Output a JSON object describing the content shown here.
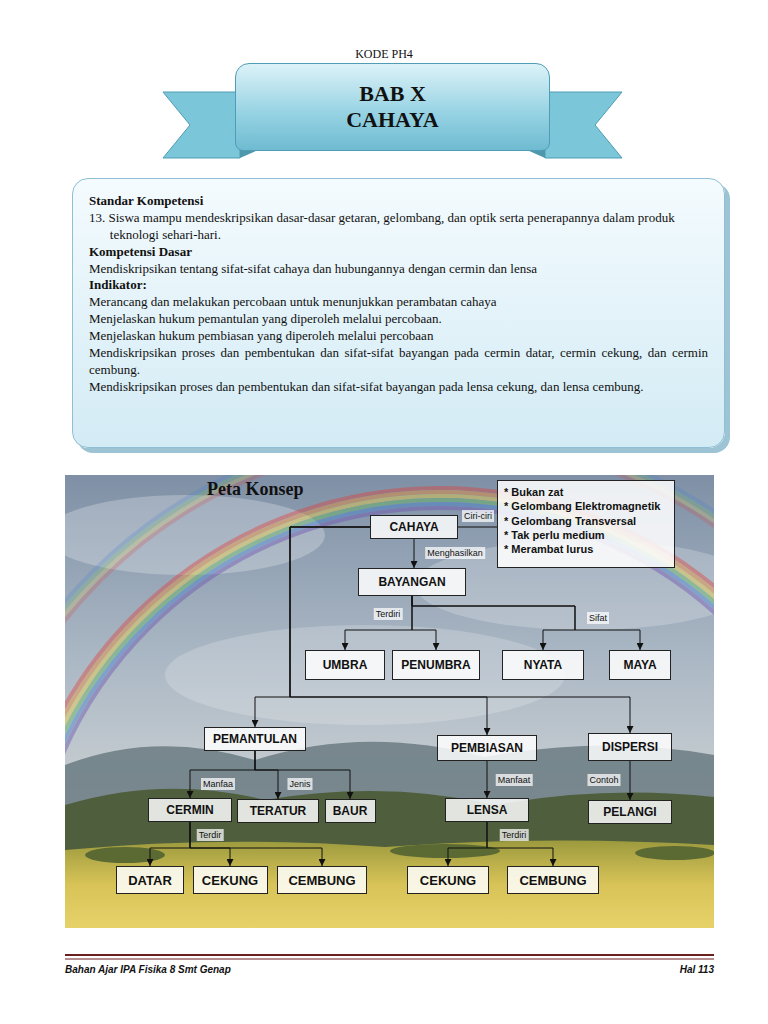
{
  "diagram": {
    "title": "Peta Konsep",
    "nodes": [
      {
        "text": [
          "BAB X",
          "CAHAYA"
        ]
      },
      {
        "text": [
          "Standar Kompetensi",
          "13. Siswa mampu mendeskripsikan dasar-dasar getaran, gelombang, dan optik serta penerapannya dalam produk teknologi sehari-hari.",
          "Kompetensi Dasar",
          "Mendiskripsikan tentang sifat-sifat cahaya dan hubungannya dengan cermin dan lensa",
          "Indikator:",
          "Merancang dan melakukan percobaan untuk menunjukkan perambatan cahaya",
          "Menjelaskan hukum pemantulan yang diperoleh melalui percobaan.",
          "Menjelaskan hukum pembiasan yang diperoleh melalui percobaan",
          "Mendiskripsikan proses dan pembentukan dan sifat-sifat bayangan pada cermin datar, cermin cekung, dan cermin cembung.",
          "Mendiskripsikan proses dan pembentukan dan sifat-sifat bayangan pada lensa cekung, dan lensa cembung."
        ]
      },
      {
        "text": [
          "CAHAYA"
        ]
      },
      {
        "text": [
          "* Bukan zat",
          "* Gelombang Elektromagnetik",
          "* Gelombang Transversal",
          "* Tak perlu medium",
          "* Merambat lurus"
        ]
      },
      {
        "text": [
          "BAYANGAN"
        ]
      },
      {
        "text": [
          "UMBRA"
        ]
      },
      {
        "text": [
          "PENUMBRA"
        ]
      },
      {
        "text": [
          "NYATA"
        ]
      },
      {
        "text": [
          "MAYA"
        ]
      },
      {
        "text": [
          "PEMANTULAN"
        ]
      },
      {
        "text": [
          "PEMBIASAN"
        ]
      },
      {
        "text": [
          "DISPERSI"
        ]
      },
      {
        "text": [
          "CERMIN"
        ]
      },
      {
        "text": [
          "TERATUR"
        ]
      },
      {
        "text": [
          "BAUR"
        ]
      },
      {
        "text": [
          "LENSA"
        ]
      },
      {
        "text": [
          "PELANGI"
        ]
      },
      {
        "text": [
          "DATAR"
        ]
      },
      {
        "text": [
          "CEKUNG"
        ]
      },
      {
        "text": [
          "CEMBUNG"
        ]
      },
      {
        "text": [
          "CEKUNG"
        ]
      },
      {
        "text": [
          "CEMBUNG"
        ]
      }
    ],
    "edges": [
      {
        "from": 2,
        "to": 3,
        "label": "Ciri-ciri",
        "arrow": "none"
      },
      {
        "from": 2,
        "to": 4,
        "label": "Menghasilkan",
        "arrow": "to"
      },
      {
        "from": 4,
        "to": 5,
        "label": "Terdiri",
        "arrow": "to"
      },
      {
        "from": 4,
        "to": 6,
        "arrow": "to"
      },
      {
        "from": 4,
        "to": 7,
        "label": "Sifat",
        "arrow": "to"
      },
      {
        "from": 4,
        "to": 8,
        "arrow": "to"
      },
      {
        "from": 2,
        "to": 9,
        "arrow": "to"
      },
      {
        "from": 2,
        "to": 10,
        "arrow": "to"
      },
      {
        "from": 2,
        "to": 11,
        "arrow": "to"
      },
      {
        "from": 9,
        "to": 12,
        "label": "Manfaa",
        "arrow": "to"
      },
      {
        "from": 9,
        "to": 13,
        "label": "Jenis",
        "arrow": "to"
      },
      {
        "from": 9,
        "to": 14,
        "arrow": "to"
      },
      {
        "from": 10,
        "to": 15,
        "label": "Manfaat",
        "arrow": "to"
      },
      {
        "from": 11,
        "to": 16,
        "label": "Contoh",
        "arrow": "to"
      },
      {
        "from": 12,
        "to": 17,
        "label": "Terdir",
        "arrow": "to"
      },
      {
        "from": 12,
        "to": 18,
        "arrow": "to"
      },
      {
        "from": 12,
        "to": 19,
        "arrow": "to"
      },
      {
        "from": 15,
        "to": 20,
        "label": "Terdiri",
        "arrow": "to"
      },
      {
        "from": 15,
        "to": 21,
        "arrow": "to"
      }
    ],
    "labels": [
      "KODE PH4",
      "Bahan Ajar IPA Fisika 8 Smt Genap",
      "Hal 113"
    ]
  }
}
